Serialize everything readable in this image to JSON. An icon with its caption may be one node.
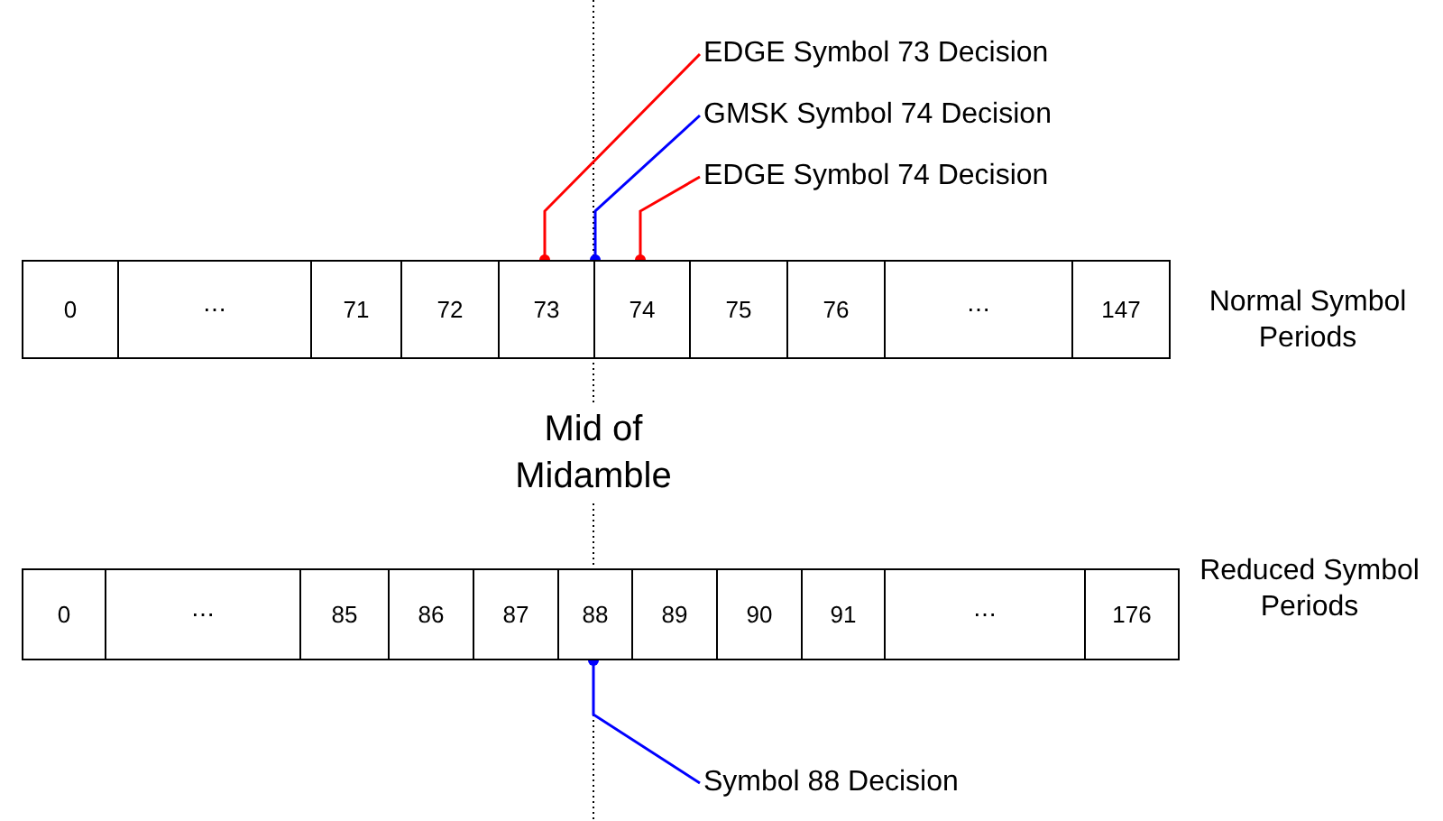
{
  "diagram": {
    "nodes": [
      {
        "text": [
          "EDGE Symbol 73 Decision"
        ]
      },
      {
        "text": [
          "GMSK Symbol 74 Decision"
        ]
      },
      {
        "text": [
          "EDGE Symbol 74 Decision"
        ]
      },
      {
        "text": [
          "0"
        ]
      },
      {
        "text": [
          "⋯"
        ]
      },
      {
        "text": [
          "71"
        ]
      },
      {
        "text": [
          "72"
        ]
      },
      {
        "text": [
          "73"
        ]
      },
      {
        "text": [
          "74"
        ]
      },
      {
        "text": [
          "75"
        ]
      },
      {
        "text": [
          "76"
        ]
      },
      {
        "text": [
          "⋯"
        ]
      },
      {
        "text": [
          "147"
        ]
      },
      {
        "text": [
          "0"
        ]
      },
      {
        "text": [
          "⋯"
        ]
      },
      {
        "text": [
          "85"
        ]
      },
      {
        "text": [
          "86"
        ]
      },
      {
        "text": [
          "87"
        ]
      },
      {
        "text": [
          "88"
        ]
      },
      {
        "text": [
          "89"
        ]
      },
      {
        "text": [
          "90"
        ]
      },
      {
        "text": [
          "91"
        ]
      },
      {
        "text": [
          "⋯"
        ]
      },
      {
        "text": [
          "176"
        ]
      },
      {
        "text": [
          "Symbol 88 Decision"
        ]
      }
    ],
    "edges": [
      {
        "from": 0,
        "to": 7,
        "arrow": "other",
        "color": "#ff0000"
      },
      {
        "from": 1,
        "to": 8,
        "arrow": "other",
        "color": "#0000ff"
      },
      {
        "from": 2,
        "to": 8,
        "arrow": "other",
        "color": "#ff0000"
      },
      {
        "from": 24,
        "to": 18,
        "arrow": "other",
        "color": "#0000ff"
      }
    ],
    "labels": [
      "Normal Symbol Periods",
      "Mid of Midamble",
      "Reduced Symbol Periods"
    ]
  }
}
